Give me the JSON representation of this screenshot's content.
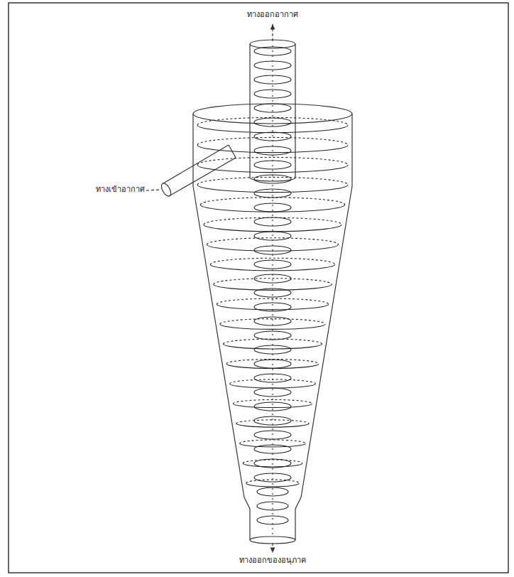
{
  "diagram": {
    "labels": [
      "ทางออกอากาศ",
      "ทางเข้าอากาศ",
      "ทางออกของอนุภาค"
    ]
  }
}
